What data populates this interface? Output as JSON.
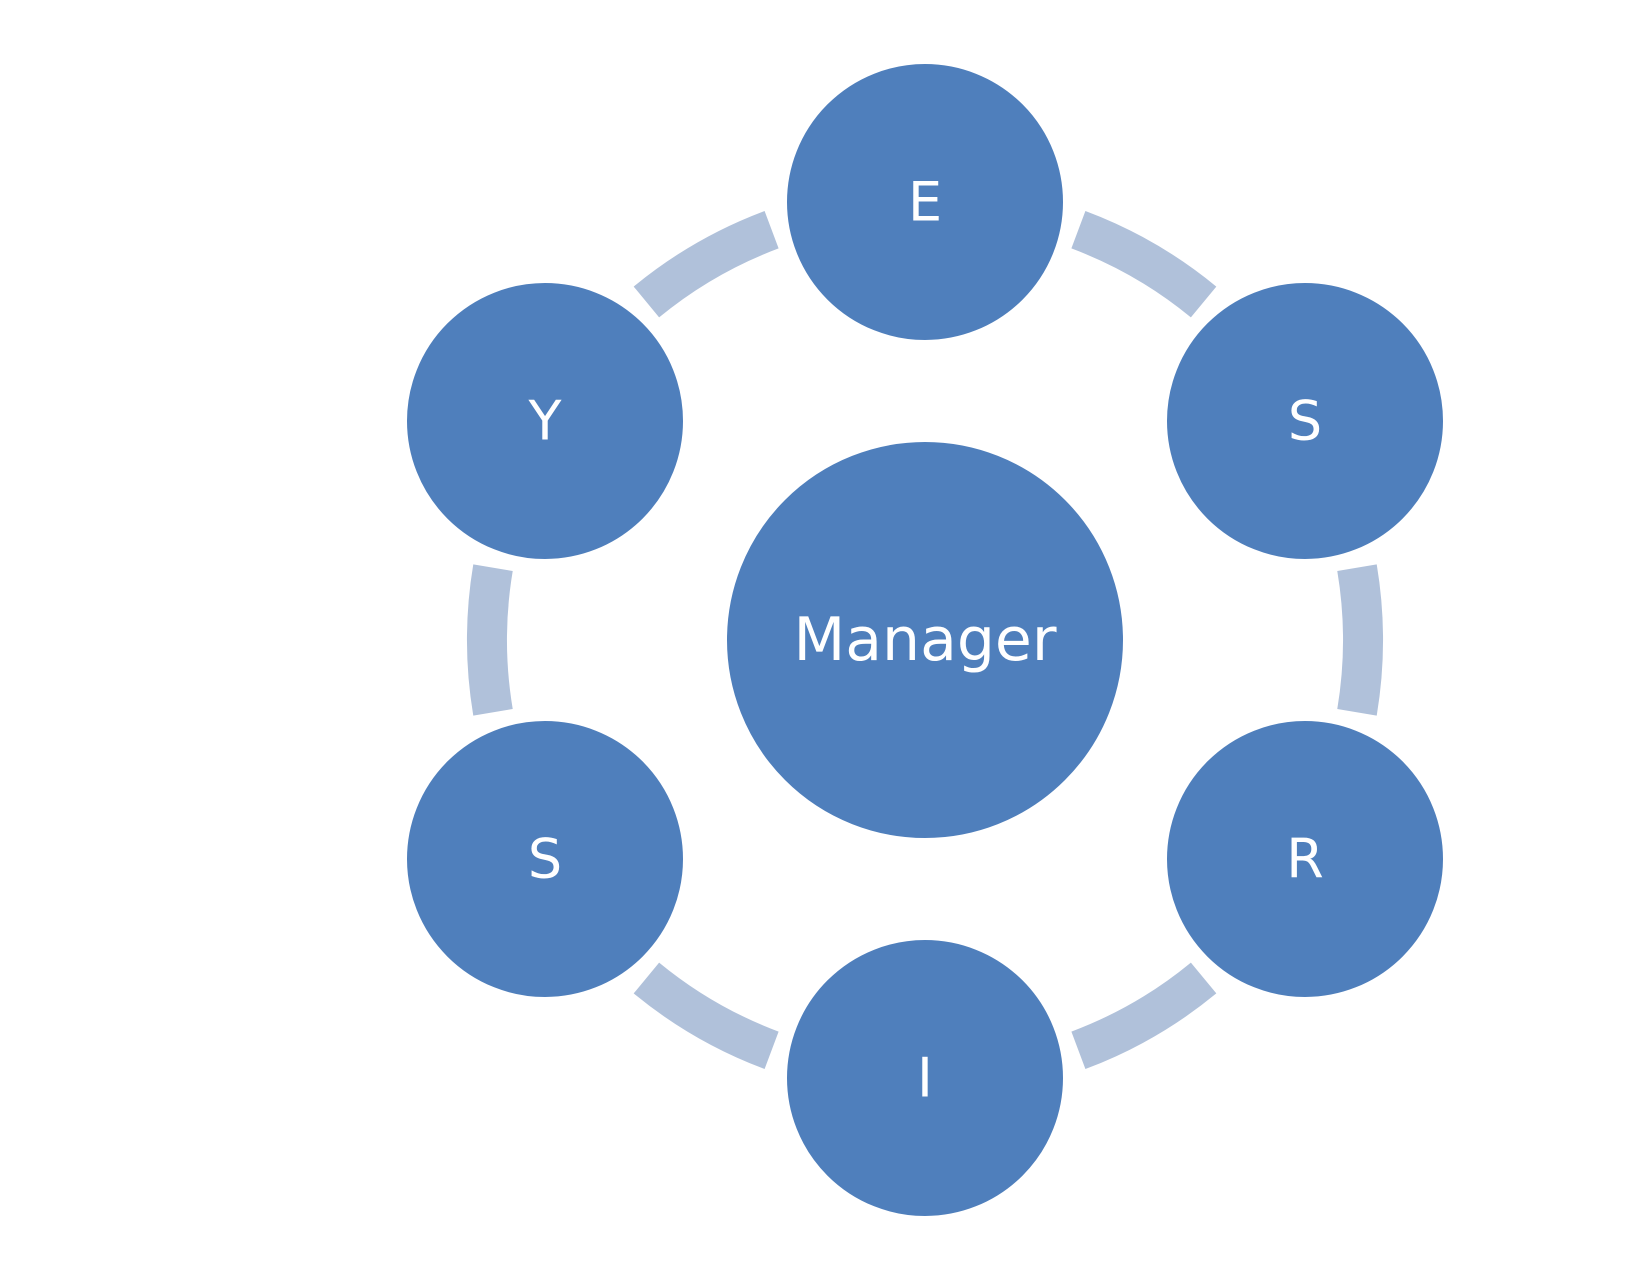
{
  "diagram": {
    "center": {
      "label": "Manager"
    },
    "nodes": [
      {
        "id": "top",
        "label": "E"
      },
      {
        "id": "upper-right",
        "label": "S"
      },
      {
        "id": "lower-right",
        "label": "R"
      },
      {
        "id": "bottom",
        "label": "I"
      },
      {
        "id": "lower-left",
        "label": "S"
      },
      {
        "id": "upper-left",
        "label": "Y"
      }
    ]
  },
  "colors": {
    "node_fill": "#4f7fbc",
    "ring": "#b0c1da",
    "label": "#ffffff",
    "background": "#ffffff"
  }
}
